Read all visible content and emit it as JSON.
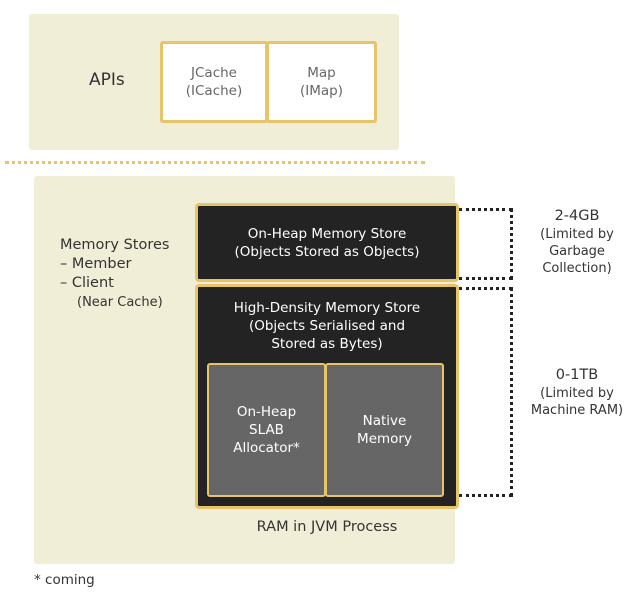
{
  "apis": {
    "label": "APIs",
    "boxes": [
      {
        "line1": "JCache",
        "line2": "(ICache)"
      },
      {
        "line1": "Map",
        "line2": "(IMap)"
      }
    ]
  },
  "memory_stores": {
    "title": "Memory Stores",
    "items": [
      "–  Member",
      "–  Client"
    ],
    "note": "(Near Cache)"
  },
  "on_heap_store": {
    "line1": "On-Heap Memory Store",
    "line2": "(Objects Stored as Objects)"
  },
  "high_density_store": {
    "line1": "High-Density Memory Store",
    "line2": "(Objects Serialised and",
    "line3": "Stored as Bytes)",
    "sub_boxes": [
      {
        "lines": [
          "On-Heap",
          "SLAB",
          "Allocator*"
        ]
      },
      {
        "lines": [
          "Native",
          "Memory"
        ]
      }
    ]
  },
  "ram_label": "RAM in JVM Process",
  "limits": [
    {
      "size": "2-4GB",
      "lines": [
        "(Limited by",
        "Garbage",
        "Collection)"
      ]
    },
    {
      "size": "0-1TB",
      "lines": [
        "(Limited by",
        "Machine RAM)"
      ]
    }
  ],
  "footnote": "* coming",
  "colors": {
    "panel": "#f1eed8",
    "accent": "#e7c36a",
    "dark": "#232323",
    "grey": "#666666"
  }
}
